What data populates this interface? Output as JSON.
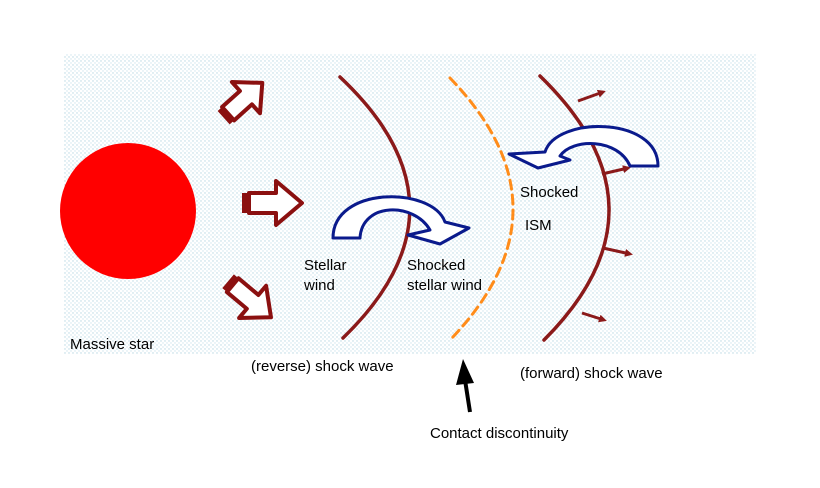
{
  "labels": {
    "massive_star": "Massive star",
    "stellar_wind_line1": "Stellar",
    "stellar_wind_line2": "wind",
    "shocked_stellar_wind_line1": "Shocked",
    "shocked_stellar_wind_line2": "stellar wind",
    "shocked_ism_line1": "Shocked",
    "shocked_ism_line2": "ISM",
    "reverse_shock": "(reverse) shock wave",
    "forward_shock": "(forward) shock wave",
    "contact_discontinuity": "Contact discontinuity"
  },
  "colors": {
    "background_panel": "#eaf4f8",
    "star": "#ff0000",
    "shock_wave": "#8b1a1a",
    "wind_arrow": "#8b1010",
    "contact_line": "#ff8c1a",
    "turbulence_arrow": "#0a1a8c",
    "pointer_arrow": "#000000"
  }
}
